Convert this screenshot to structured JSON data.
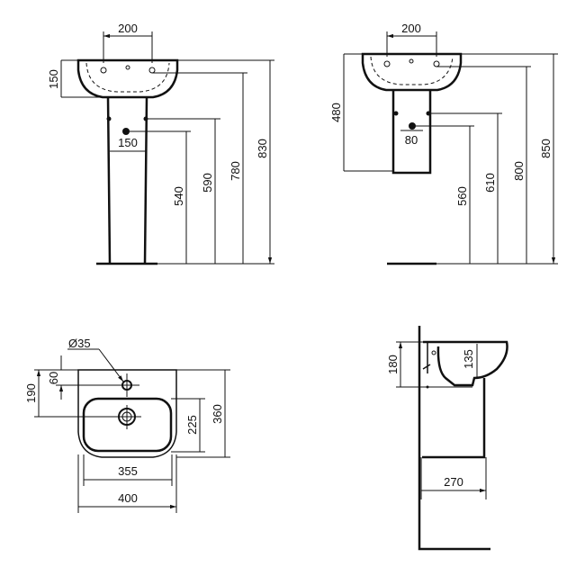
{
  "views": {
    "front_pedestal": {
      "dims": [
        "200",
        "150",
        "150",
        "540",
        "590",
        "780",
        "830"
      ]
    },
    "front_semi_pedestal": {
      "dims": [
        "200",
        "480",
        "80",
        "560",
        "610",
        "800",
        "850"
      ]
    },
    "top": {
      "dims": [
        "Ø35",
        "60",
        "190",
        "225",
        "360",
        "355",
        "400"
      ]
    },
    "side": {
      "dims": [
        "180",
        "135",
        "270"
      ]
    }
  }
}
